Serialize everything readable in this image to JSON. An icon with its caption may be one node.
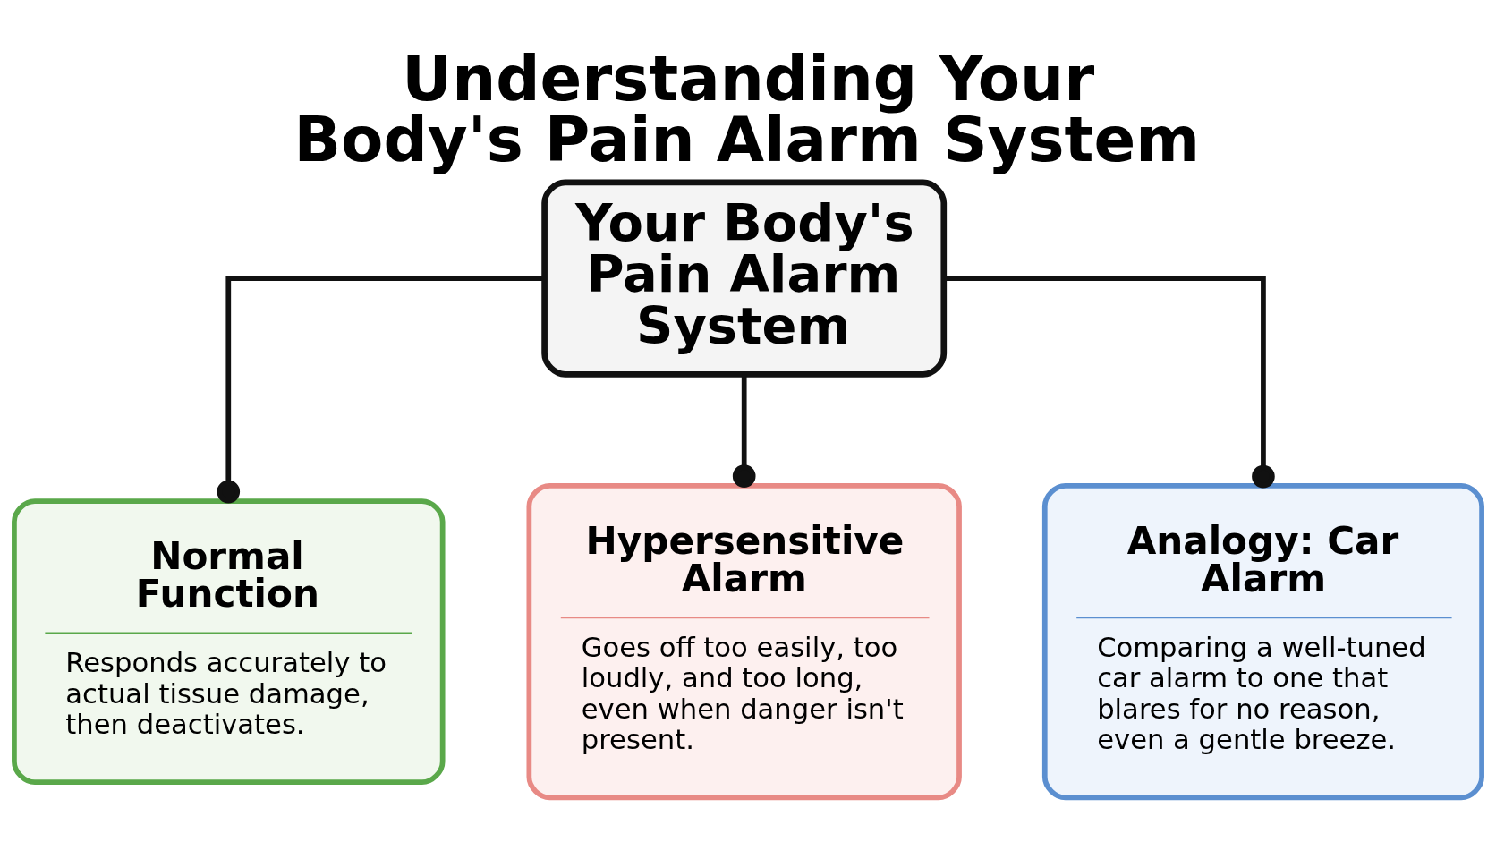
{
  "diagram": {
    "title": "Understanding Your Body's Pain Alarm System",
    "nodes": [
      {
        "text": [
          "Your Body's Pain Alarm System"
        ]
      },
      {
        "text": [
          "Normal Function",
          "Responds accurately to actual tissue damage, then deactivates."
        ]
      },
      {
        "text": [
          "Hypersensitive Alarm",
          "Goes off too easily, too loudly, and too long, even when danger isn't present."
        ]
      },
      {
        "text": [
          "Analogy: Car Alarm",
          "Comparing a well-tuned car alarm to one that blares for no reason, even a gentle breeze."
        ]
      }
    ],
    "edges": [
      {
        "from": 0,
        "to": 1,
        "arrow": "other"
      },
      {
        "from": 0,
        "to": 2,
        "arrow": "other"
      },
      {
        "from": 0,
        "to": 3,
        "arrow": "other"
      }
    ]
  }
}
